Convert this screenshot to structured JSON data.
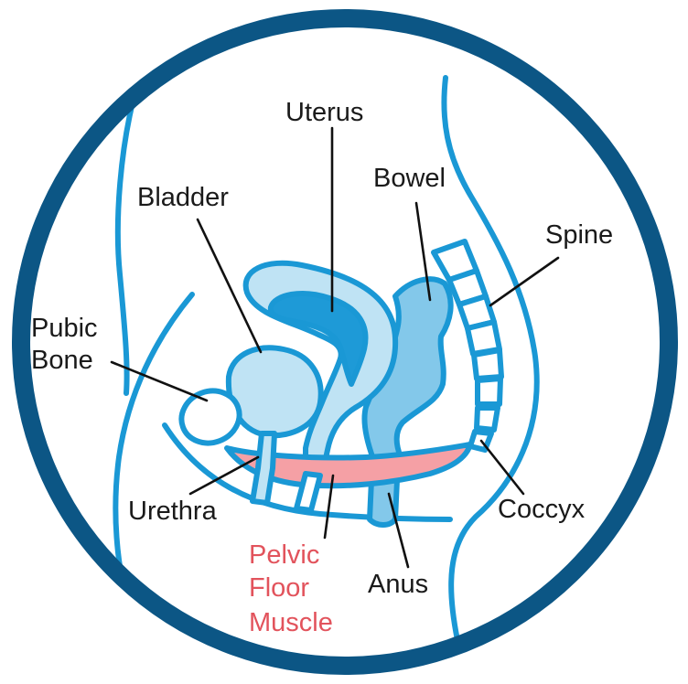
{
  "colors": {
    "ring": "#0c5685",
    "outline": "#1a98d5",
    "fill_light": "#bfe3f4",
    "fill_mid": "#83c8ea",
    "fill_dark": "#1e9ad7",
    "muscle": "#f5a0a5",
    "accent_text": "#e2535c",
    "text": "#1a1a1a"
  },
  "labels": {
    "uterus": "Uterus",
    "bladder": "Bladder",
    "bowel": "Bowel",
    "spine": "Spine",
    "pubic_bone": [
      "Pubic",
      "Bone"
    ],
    "urethra": "Urethra",
    "coccyx": "Coccyx",
    "pelvic_floor_muscle": [
      "Pelvic",
      "Floor",
      "Muscle"
    ],
    "anus": "Anus"
  }
}
